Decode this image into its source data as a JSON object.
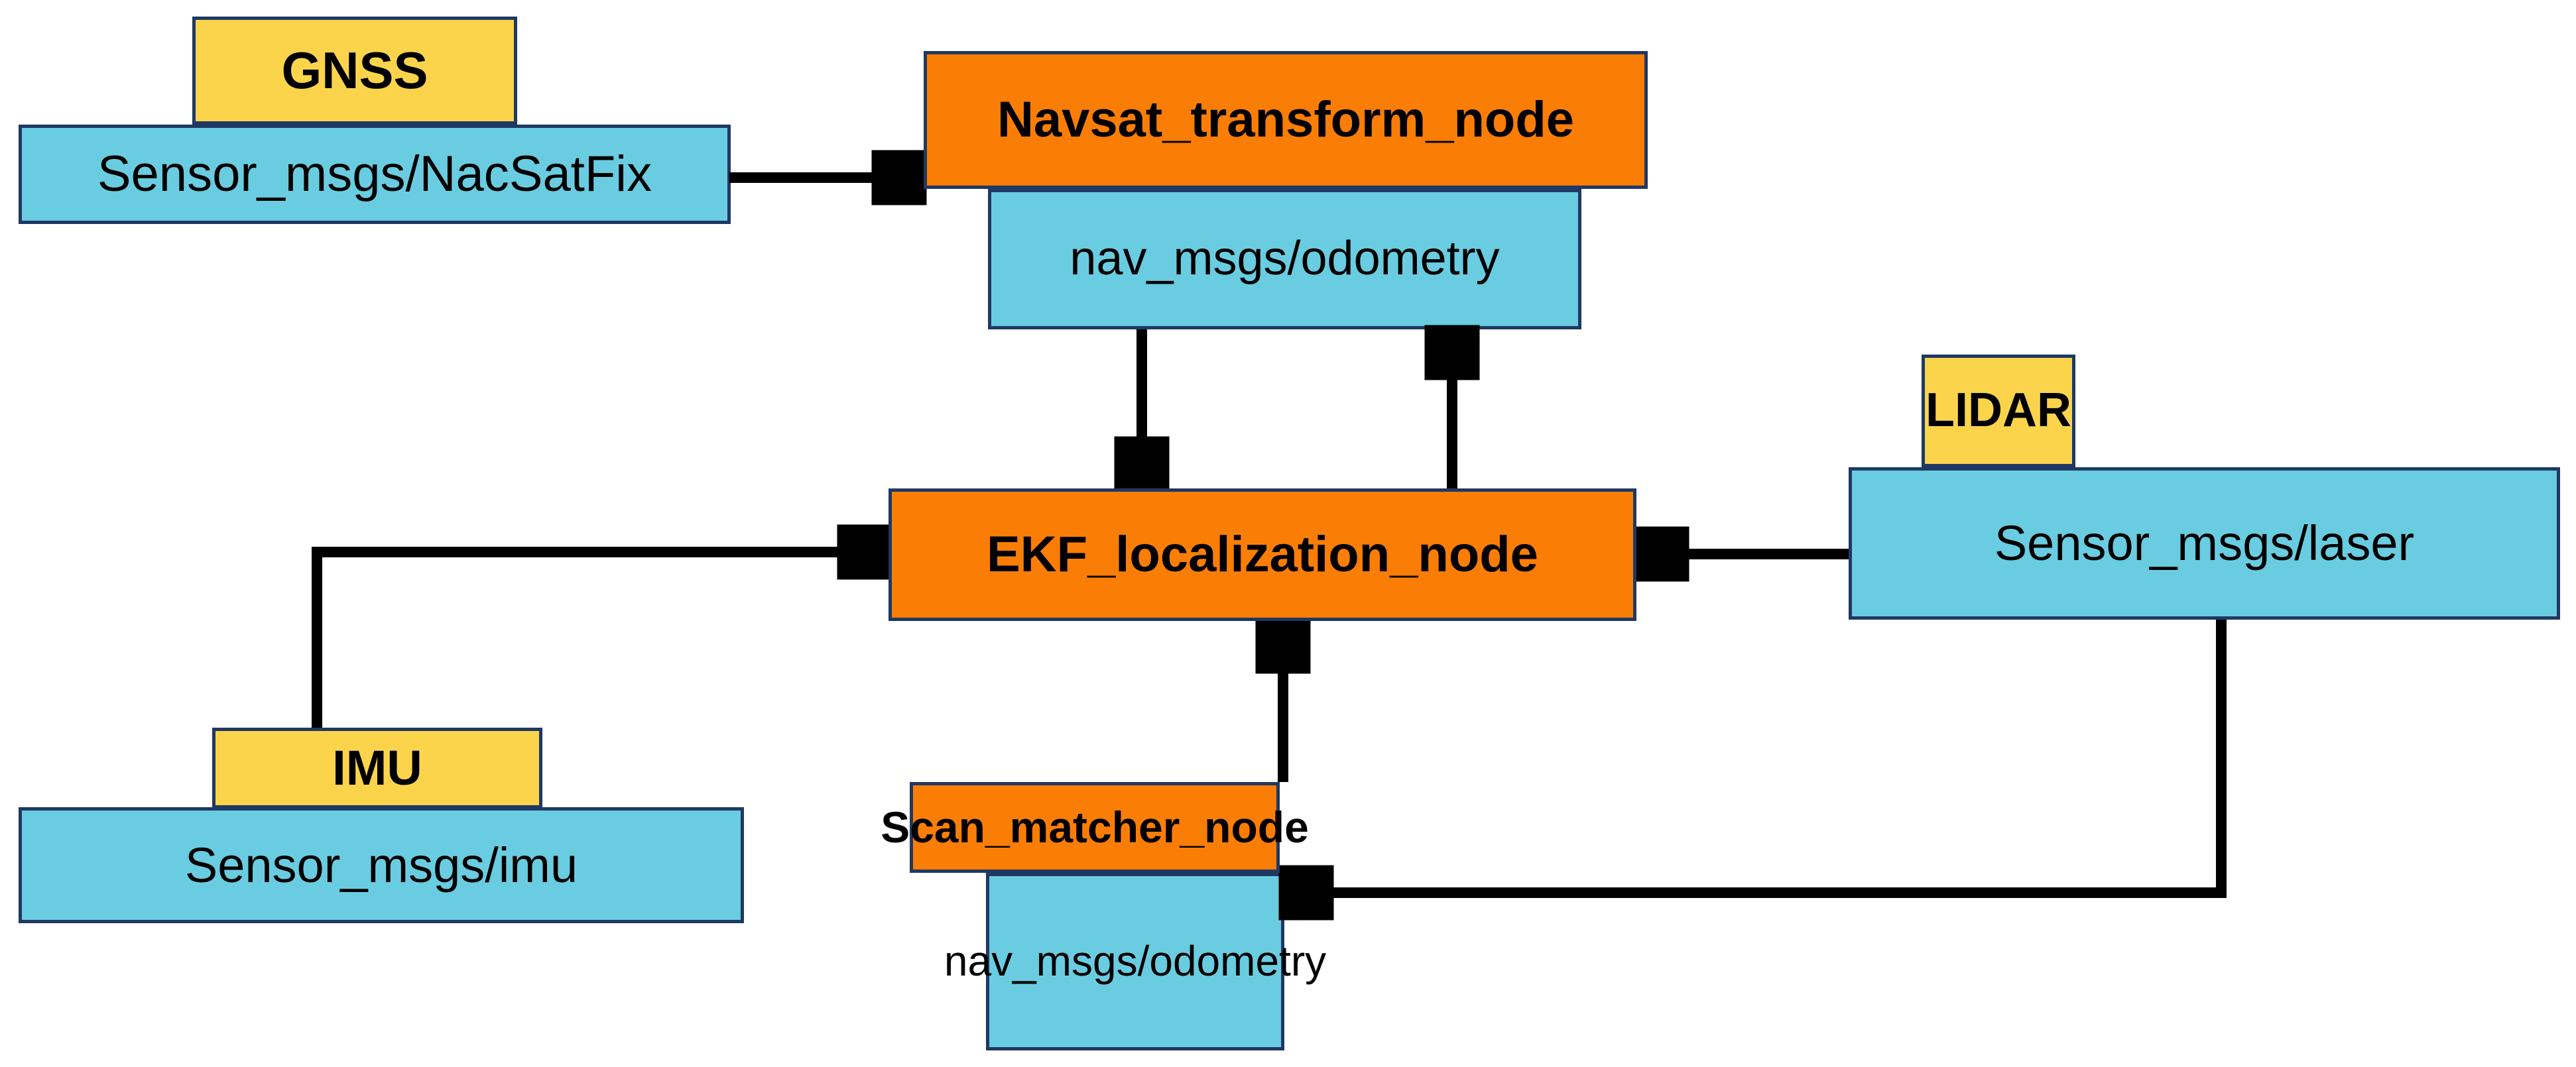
{
  "diagram": {
    "title": "ROS sensor fusion localization node graph",
    "palette": {
      "sensor_yellow": "#fbd44c",
      "topic_blue": "#6acce0",
      "node_orange": "#fa7d05",
      "border_navy": "#1f3864",
      "edge_black": "#000000",
      "background": "#ffffff"
    },
    "sensors": [
      {
        "id": "gnss",
        "label": "GNSS",
        "topic": "Sensor_msgs/NacSatFix"
      },
      {
        "id": "lidar",
        "label": "LIDAR",
        "topic": "Sensor_msgs/laser"
      },
      {
        "id": "imu",
        "label": "IMU",
        "topic": "Sensor_msgs/imu"
      }
    ],
    "nodes": [
      {
        "id": "navsat",
        "label": "Navsat_transform_node",
        "topic": "nav_msgs/odometry"
      },
      {
        "id": "ekf",
        "label": "EKF_localization_node",
        "topic": null
      },
      {
        "id": "scan_matcher",
        "label": "Scan_matcher_node",
        "topic": "nav_msgs/odometry"
      }
    ],
    "edges": [
      {
        "from": "gnss_topic",
        "to": "navsat_node",
        "style": "straight-arrow",
        "direction": "right"
      },
      {
        "from": "navsat_topic",
        "to": "ekf_node",
        "style": "straight-arrow",
        "direction": "down"
      },
      {
        "from": "ekf_node",
        "to": "navsat_topic",
        "style": "straight-arrow",
        "direction": "up"
      },
      {
        "from": "imu_topic",
        "to": "ekf_node",
        "style": "elbow-arrow",
        "direction": "up-right"
      },
      {
        "from": "lidar_topic",
        "to": "ekf_node",
        "style": "straight-arrow",
        "direction": "left"
      },
      {
        "from": "scan_matcher_node",
        "to": "ekf_node",
        "style": "straight-arrow",
        "direction": "up"
      },
      {
        "from": "lidar_topic",
        "to": "scan_matcher_node",
        "style": "elbow-arrow",
        "direction": "down-left"
      }
    ]
  }
}
